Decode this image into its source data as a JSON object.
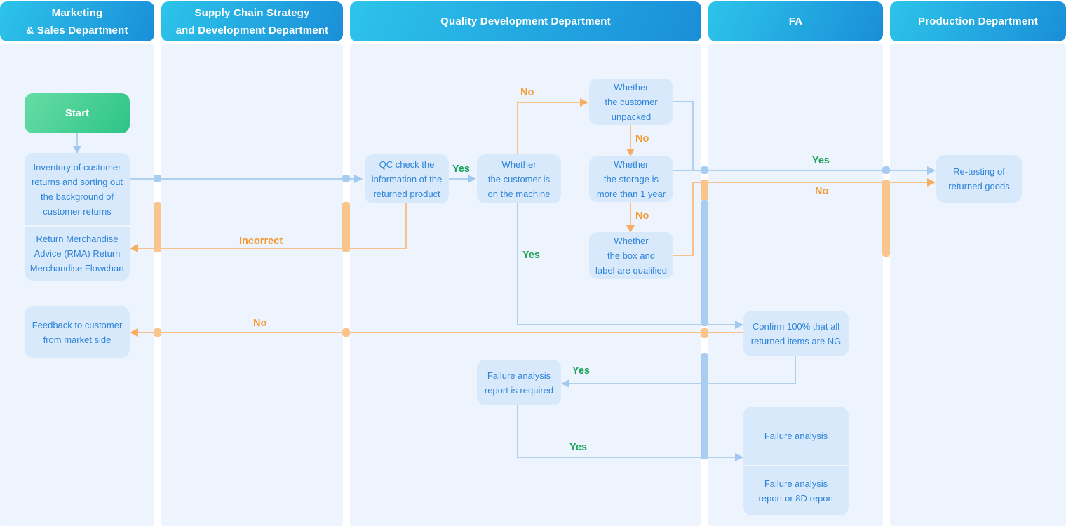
{
  "lanes": [
    {
      "title": "Marketing\n& Sales Department"
    },
    {
      "title": "Supply Chain Strategy\nand Development Department"
    },
    {
      "title": "Quality Development Department"
    },
    {
      "title": "FA"
    },
    {
      "title": "Production Department"
    }
  ],
  "nodes": {
    "start": "Start",
    "inventory": "Inventory of customer\nreturns and sorting out\nthe background of\ncustomer returns",
    "rma": "Return Merchandise\nAdvice (RMA) Return\nMerchandise Flowchart",
    "feedback": "Feedback to customer\nfrom market side",
    "qc_check": "QC check the\ninformation of the\nreturned product",
    "on_machine": "Whether\nthe customer is\non the machine",
    "unpacked": "Whether\nthe customer\nunpacked",
    "storage": "Whether\nthe storage is\nmore than 1 year",
    "box_label": "Whether\nthe box and\nlabel are qualified",
    "confirm_ng": "Confirm 100% that all\nreturned items are NG",
    "fa_report_required": "Failure analysis\nreport is required",
    "failure_analysis": "Failure analysis",
    "fa_report_8d": "Failure analysis\nreport or 8D report",
    "retest": "Re-testing of\nreturned goods"
  },
  "edge_labels": {
    "qc_yes": "Yes",
    "qc_incorrect": "Incorrect",
    "machine_no": "No",
    "unpacked_no": "No",
    "storage_yes": "Yes",
    "storage_no": "No",
    "boxlabel_no": "No",
    "machine_yes": "Yes",
    "confirm_no": "No",
    "confirm_yes": "Yes",
    "required_yes": "Yes"
  },
  "colors": {
    "header_gradient_start": "#2dc4ea",
    "header_gradient_end": "#1a8ed8",
    "lane_background": "#edf4fd",
    "node_background": "#d9e9fc",
    "node_text": "#2e84d8",
    "start_gradient_start": "#66dda5",
    "start_gradient_end": "#2ec487",
    "blue_connector": "#b0d0ef",
    "orange_connector": "#f8c08a",
    "yes_label_green": "#19a35a",
    "no_label_orange": "#f5992f"
  }
}
